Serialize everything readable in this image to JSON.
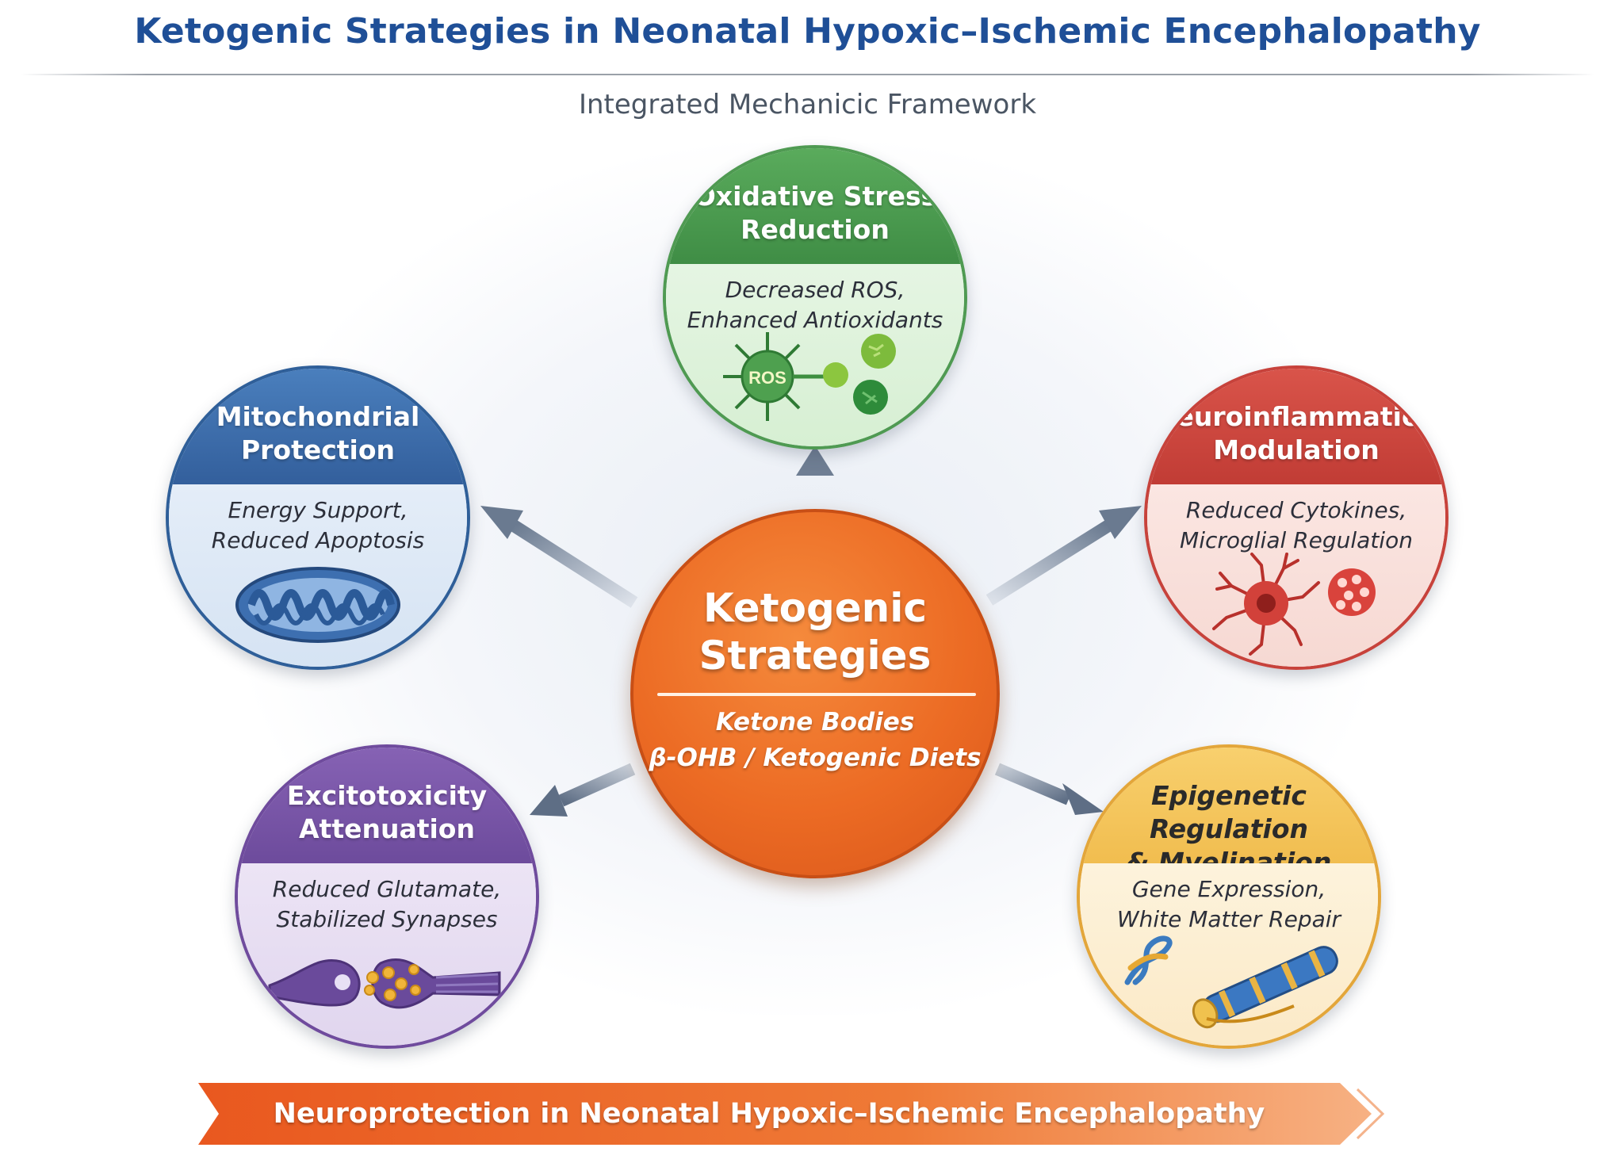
{
  "title": "Ketogenic Strategies in Neonatal Hypoxic–Ischemic Encephalopathy",
  "subtitle": "Integrated Mechanicic Framework",
  "center": {
    "title_line1": "Ketogenic",
    "title_line2": "Strategies",
    "sub_line1": "Ketone Bodies",
    "sub_line2": "β-OHB / Ketogenic Diets",
    "color": "#ec6b24"
  },
  "nodes": {
    "oxidative": {
      "title_line1": "Oxidative Stress",
      "title_line2": "Reduction",
      "desc_line1": "Decreased ROS,",
      "desc_line2": "Enhanced Antioxidants",
      "icon_label": "ROS",
      "icon": "ros-virus-icon",
      "color": "#4f9a52"
    },
    "mitochondrial": {
      "title_line1": "Mitochondrial",
      "title_line2": "Protection",
      "desc_line1": "Energy Support,",
      "desc_line2": "Reduced Apoptosis",
      "icon": "mitochondrion-icon",
      "color": "#335f9c"
    },
    "neuroinflammation": {
      "title_line1": "Neuroinflammation",
      "title_line2": "Modulation",
      "desc_line1": "Reduced Cytokines,",
      "desc_line2": "Microglial Regulation",
      "icon": "microglia-icon",
      "color": "#c13c35"
    },
    "excitotoxicity": {
      "title_line1": "Excitotoxicity",
      "title_line2": "Attenuation",
      "desc_line1": "Reduced Glutamate,",
      "desc_line2": "Stabilized Synapses",
      "icon": "synapse-icon",
      "color": "#6d4b9c"
    },
    "epigenetic": {
      "title_line1": "Epigenetic Regulation",
      "title_line2": "& Myelination",
      "desc_line1": "Gene Expression,",
      "desc_line2": "White Matter Repair",
      "icon": "myelin-axon-icon",
      "color": "#f1bd4f"
    }
  },
  "banner": {
    "text": "Neuroprotection in Neonatal Hypoxic–Ischemic Encephalopathy",
    "color": "#ee6a25"
  }
}
